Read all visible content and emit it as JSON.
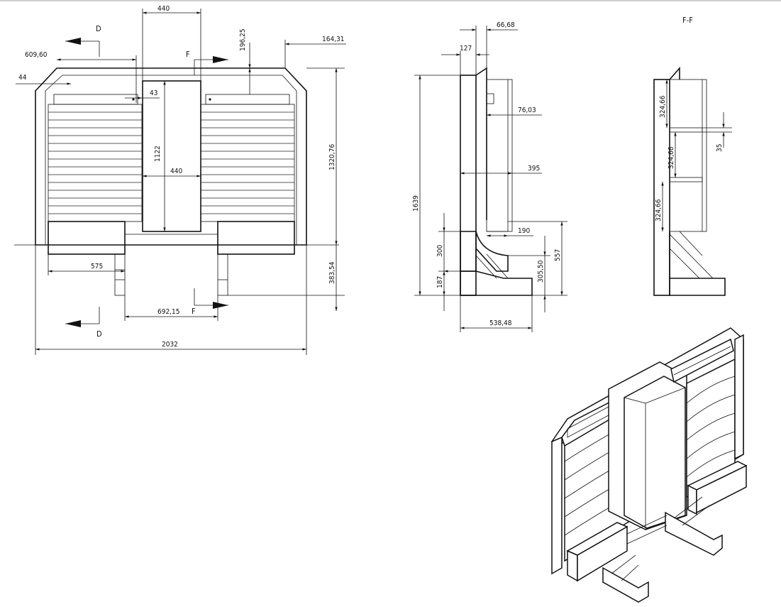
{
  "front_view": {
    "width_total": "2032",
    "side_offset": "609,60",
    "edge_44": "44",
    "door_width_top": "440",
    "door_width_mid": "440",
    "door_height": "1122",
    "gap_43": "43",
    "top_offset": "196,25",
    "chamfer": "164,31",
    "body_height": "1320,76",
    "leg_height": "383,54",
    "base_575": "575",
    "leg_span": "692,15",
    "section_d_top": "D",
    "section_d_bottom": "D",
    "section_f_top": "F",
    "section_f_bottom": "F"
  },
  "side_view": {
    "top_127": "127",
    "top_66": "66,68",
    "d_76": "76,03",
    "d_395": "395",
    "d_190": "190",
    "height_1639": "1639",
    "h_300": "300",
    "h_187": "187",
    "h_305": "305,50",
    "h_557": "557",
    "base_538": "538,48"
  },
  "section_view": {
    "title": "F-F",
    "shelf_1": "324,66",
    "shelf_2": "324,66",
    "shelf_3": "324,66",
    "gap_35": "35"
  }
}
